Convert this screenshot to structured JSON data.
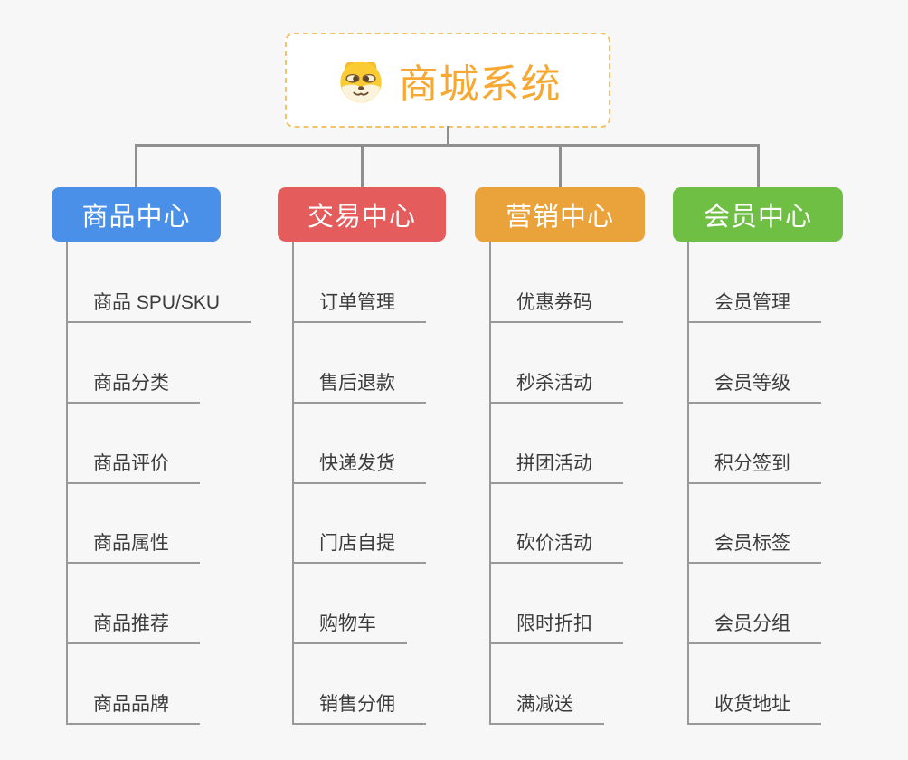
{
  "root": {
    "title": "商城系统",
    "icon": "doge-face-icon",
    "title_color": "#f7a832",
    "border_color": "#f3c36b"
  },
  "colors": {
    "background": "#f7f7f7",
    "connector": "#8f8f8f",
    "leaf_line": "#999999",
    "leaf_text": "#3c3c3c"
  },
  "branches": [
    {
      "label": "商品中心",
      "color": "#4a90e8",
      "children": [
        "商品 SPU/SKU",
        "商品分类",
        "商品评价",
        "商品属性",
        "商品推荐",
        "商品品牌"
      ]
    },
    {
      "label": "交易中心",
      "color": "#e45c5c",
      "children": [
        "订单管理",
        "售后退款",
        "快递发货",
        "门店自提",
        "购物车",
        "销售分佣"
      ]
    },
    {
      "label": "营销中心",
      "color": "#eaa33b",
      "children": [
        "优惠券码",
        "秒杀活动",
        "拼团活动",
        "砍价活动",
        "限时折扣",
        "满减送"
      ]
    },
    {
      "label": "会员中心",
      "color": "#6fbf44",
      "children": [
        "会员管理",
        "会员等级",
        "积分签到",
        "会员标签",
        "会员分组",
        "收货地址"
      ]
    }
  ]
}
